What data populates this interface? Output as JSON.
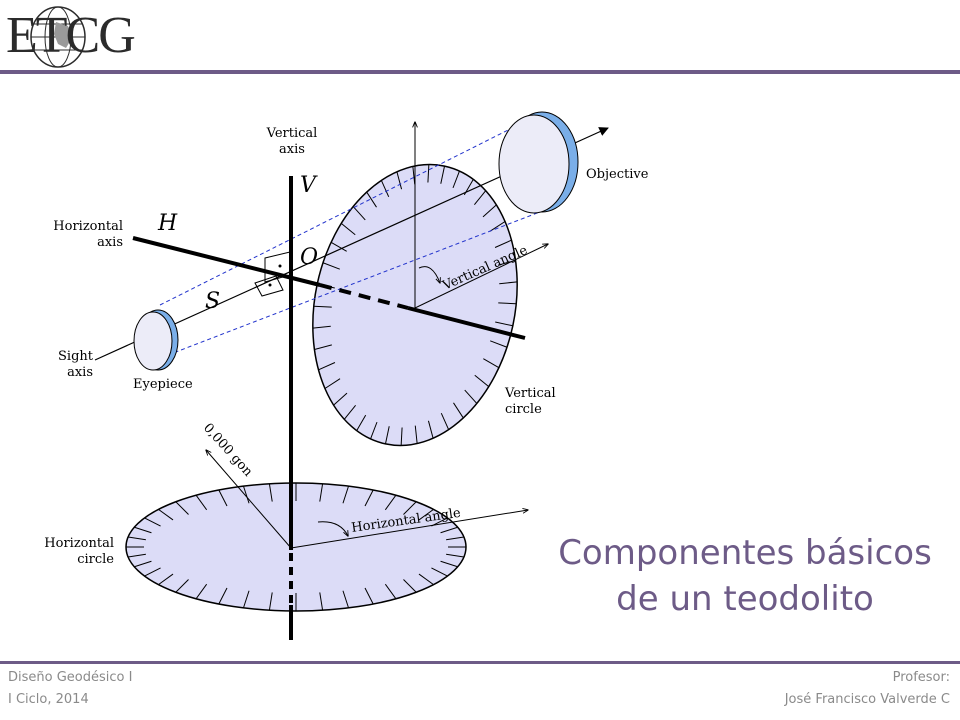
{
  "logo": {
    "text": "ETCG"
  },
  "diagram": {
    "labels": {
      "vertical_axis_line1": "Vertical",
      "vertical_axis_line2": "axis",
      "horizontal_axis_line1": "Horizontal",
      "horizontal_axis_line2": "axis",
      "sight_axis_line1": "Sight",
      "sight_axis_line2": "axis",
      "eyepiece": "Eyepiece",
      "objective": "Objective",
      "vertical_circle_line1": "Vertical",
      "vertical_circle_line2": "circle",
      "horizontal_circle_line1": "Horizontal",
      "horizontal_circle_line2": "circle",
      "vertical_angle": "Vertical angle",
      "horizontal_angle": "Horizontal angle",
      "zero_gon": "0,000 gon",
      "symbol_v": "V",
      "symbol_h": "H",
      "symbol_o": "O",
      "symbol_s": "S"
    },
    "colors": {
      "disc_fill": "#dcdcf7",
      "lens_edge": "#7aaee8",
      "axis_blue": "#2233cc",
      "accent": "#6d5b87"
    }
  },
  "title": {
    "line1": "Componentes básicos",
    "line2": "de un teodolito"
  },
  "footer": {
    "left_line1": "Diseño Geodésico I",
    "left_line2": "I Ciclo, 2014",
    "right_line1": "Profesor:",
    "right_line2": "José Francisco Valverde C"
  }
}
